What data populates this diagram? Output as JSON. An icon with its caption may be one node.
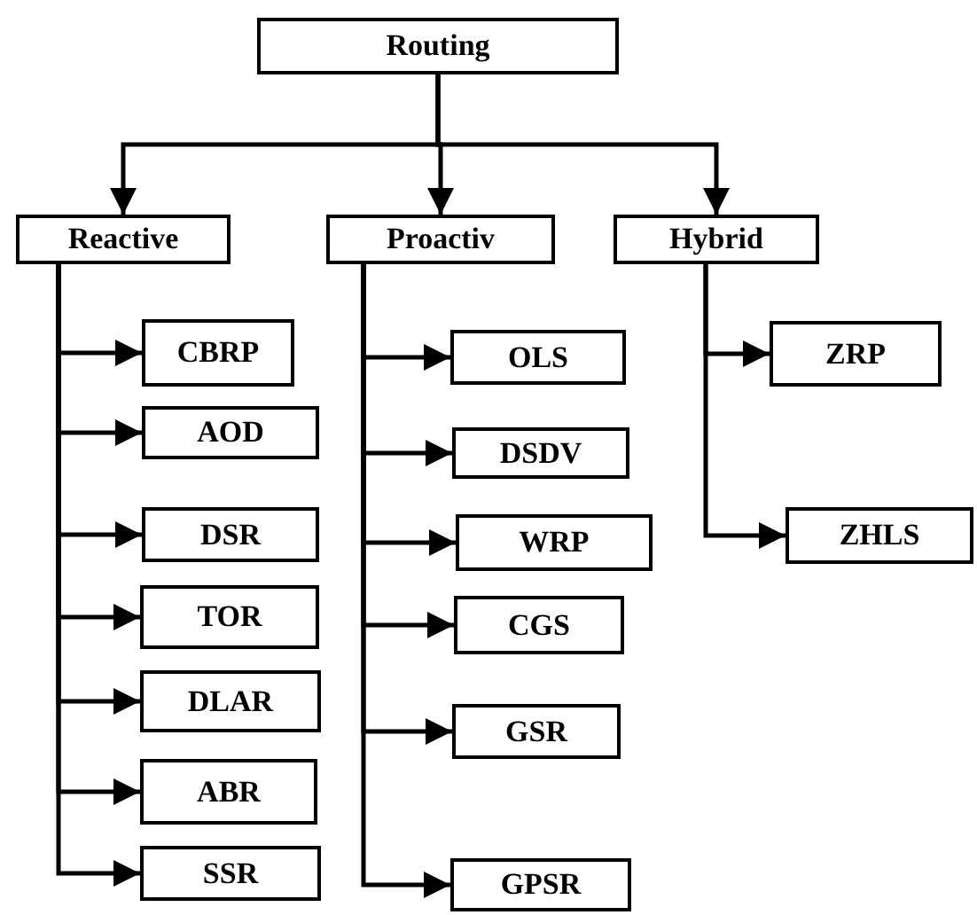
{
  "diagram": {
    "nodes": [
      {
        "text": [
          "Routing"
        ]
      },
      {
        "text": [
          "Reactive"
        ]
      },
      {
        "text": [
          "Proactiv"
        ]
      },
      {
        "text": [
          "Hybrid"
        ]
      },
      {
        "text": [
          "CBRP"
        ]
      },
      {
        "text": [
          "AOD"
        ]
      },
      {
        "text": [
          "DSR"
        ]
      },
      {
        "text": [
          "TOR"
        ]
      },
      {
        "text": [
          "DLAR"
        ]
      },
      {
        "text": [
          "ABR"
        ]
      },
      {
        "text": [
          "SSR"
        ]
      },
      {
        "text": [
          "OLS"
        ]
      },
      {
        "text": [
          "DSDV"
        ]
      },
      {
        "text": [
          "WRP"
        ]
      },
      {
        "text": [
          "CGS"
        ]
      },
      {
        "text": [
          "GSR"
        ]
      },
      {
        "text": [
          "GPSR"
        ]
      },
      {
        "text": [
          "ZRP"
        ]
      },
      {
        "text": [
          "ZHLS"
        ]
      }
    ],
    "edges": [
      {
        "from": 0,
        "to": 1,
        "arrow": "to"
      },
      {
        "from": 0,
        "to": 2,
        "arrow": "to"
      },
      {
        "from": 0,
        "to": 3,
        "arrow": "to"
      },
      {
        "from": 1,
        "to": 4,
        "arrow": "to"
      },
      {
        "from": 1,
        "to": 5,
        "arrow": "to"
      },
      {
        "from": 1,
        "to": 6,
        "arrow": "to"
      },
      {
        "from": 1,
        "to": 7,
        "arrow": "to"
      },
      {
        "from": 1,
        "to": 8,
        "arrow": "to"
      },
      {
        "from": 1,
        "to": 9,
        "arrow": "to"
      },
      {
        "from": 1,
        "to": 10,
        "arrow": "to"
      },
      {
        "from": 2,
        "to": 11,
        "arrow": "to"
      },
      {
        "from": 2,
        "to": 12,
        "arrow": "to"
      },
      {
        "from": 2,
        "to": 13,
        "arrow": "to"
      },
      {
        "from": 2,
        "to": 14,
        "arrow": "to"
      },
      {
        "from": 2,
        "to": 15,
        "arrow": "to"
      },
      {
        "from": 2,
        "to": 16,
        "arrow": "to"
      },
      {
        "from": 3,
        "to": 17,
        "arrow": "to"
      },
      {
        "from": 3,
        "to": 18,
        "arrow": "to"
      }
    ]
  }
}
